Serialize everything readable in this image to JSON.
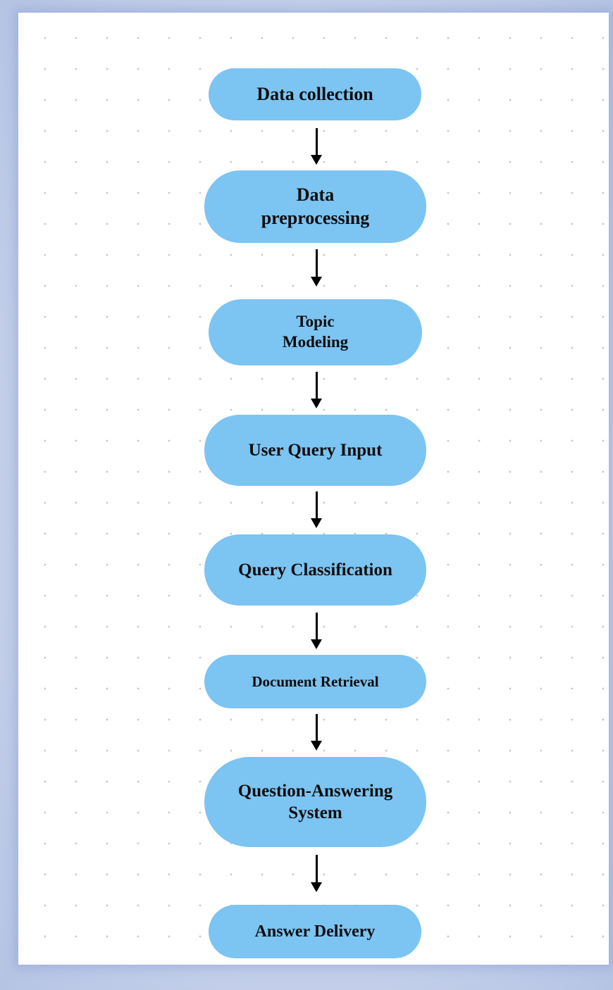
{
  "diagram": {
    "steps": [
      {
        "label": "Data collection"
      },
      {
        "label": "Data\npreprocessing"
      },
      {
        "label": "Topic\nModeling"
      },
      {
        "label": "User Query Input"
      },
      {
        "label": "Query Classification"
      },
      {
        "label": "Document Retrieval"
      },
      {
        "label": "Question-Answering\nSystem"
      },
      {
        "label": "Answer Delivery"
      }
    ],
    "colors": {
      "node_fill": "#7cc4f2",
      "arrow": "#000000",
      "background": "#ffffff",
      "frame": "#c5d1ea"
    }
  }
}
